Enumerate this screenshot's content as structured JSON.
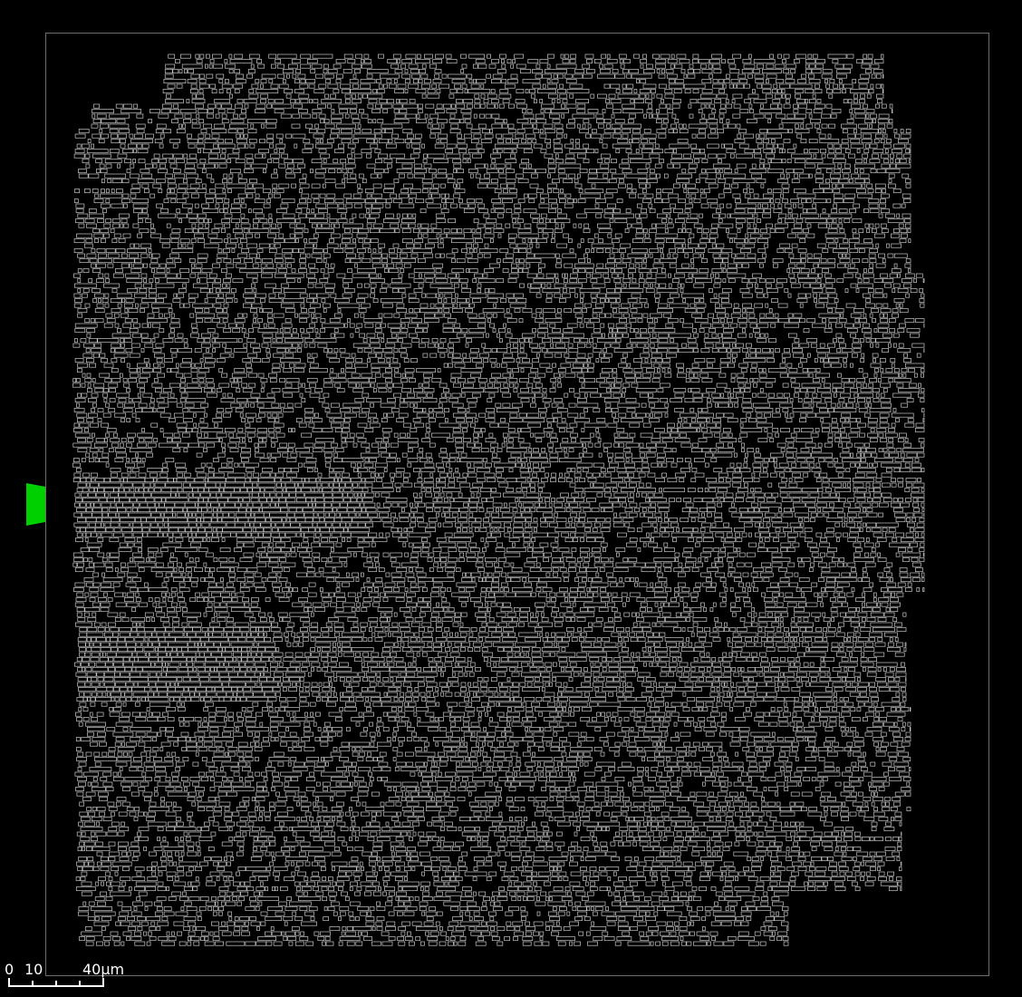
{
  "view": {
    "background_color": "#000000",
    "die_boundary_color": "#6f6f6f",
    "cell_outline_color": "#c8c8c8",
    "io_pin_color": "#00d000"
  },
  "scale_bar": {
    "labels": [
      "0",
      "10",
      "40μm"
    ],
    "color": "#ffffff"
  }
}
